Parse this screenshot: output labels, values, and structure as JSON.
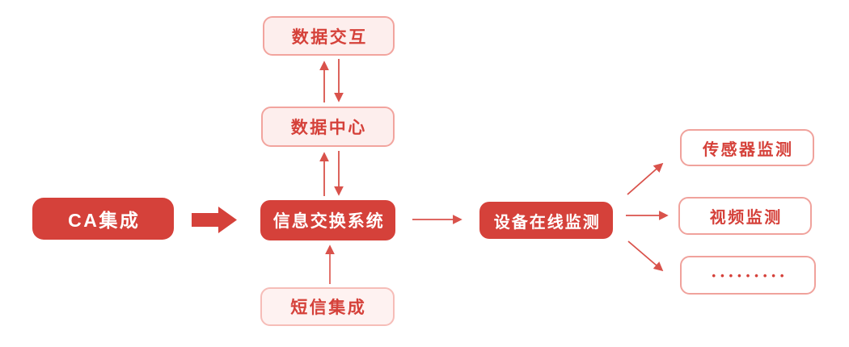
{
  "title": "系统集成与设备监测流程图",
  "colors": {
    "accent_red": "#d5413a",
    "line_red": "#d9524b",
    "light_box_fill": "#fdeeed",
    "light_box_border": "#f2a49e",
    "sms_box_fill": "#fef2f1",
    "sms_box_border": "#f6bdb8",
    "outline_box_border": "#f0a29c",
    "background": "#ffffff"
  },
  "nodes": {
    "ca": {
      "label": "CA集成"
    },
    "data_interaction": {
      "label": "数据交互"
    },
    "data_center": {
      "label": "数据中心"
    },
    "info_exchange": {
      "label": "信息交换系统"
    },
    "sms": {
      "label": "短信集成"
    },
    "device_monitor": {
      "label": "设备在线监测"
    },
    "sensor_monitor": {
      "label": "传感器监测"
    },
    "video_monitor": {
      "label": "视频监测"
    },
    "more": {
      "label": "•••••••••"
    }
  },
  "edges": [
    {
      "from": "CA集成",
      "to": "信息交换系统",
      "style": "block-arrow"
    },
    {
      "from": "数据中心",
      "to": "数据交互",
      "style": "bidirectional"
    },
    {
      "from": "信息交换系统",
      "to": "数据中心",
      "style": "bidirectional"
    },
    {
      "from": "短信集成",
      "to": "信息交换系统",
      "style": "arrow"
    },
    {
      "from": "信息交换系统",
      "to": "设备在线监测",
      "style": "arrow"
    },
    {
      "from": "设备在线监测",
      "to": "传感器监测",
      "style": "arrow"
    },
    {
      "from": "设备在线监测",
      "to": "视频监测",
      "style": "arrow"
    },
    {
      "from": "设备在线监测",
      "to": "•••••••••",
      "style": "arrow"
    }
  ]
}
